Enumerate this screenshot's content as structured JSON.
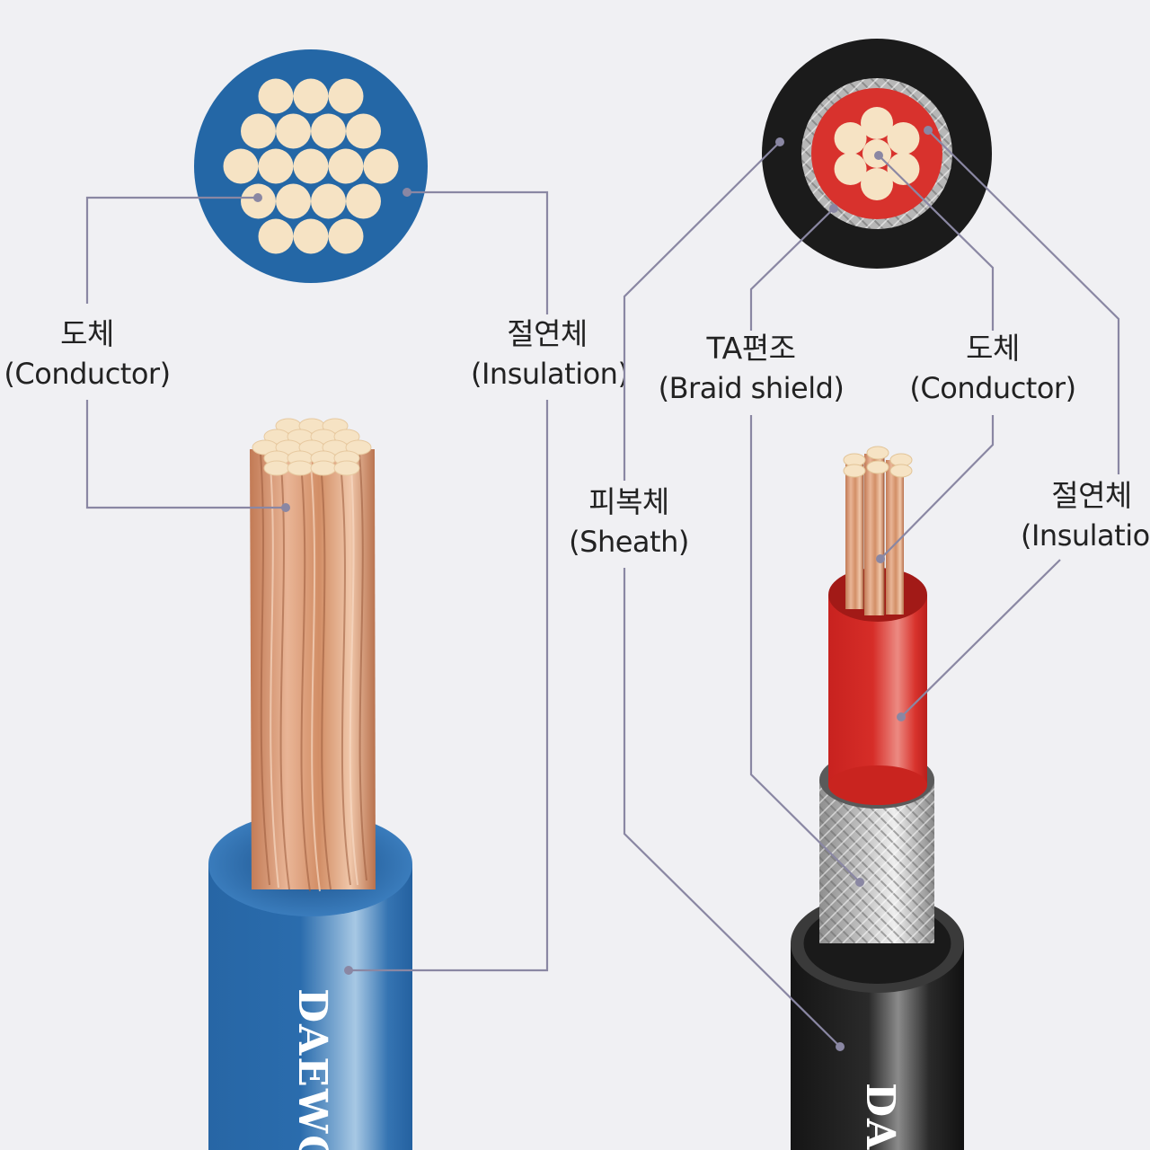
{
  "left_cable": {
    "conductor": {
      "ko": "도체",
      "en": "(Conductor)"
    },
    "insulation": {
      "ko": "절연체",
      "en": "(Insulation)"
    },
    "brand": "DAEWO",
    "colors": {
      "insulation": "#2467a6",
      "conductor": "#d99a72",
      "strand_end": "#f6e3c4"
    }
  },
  "right_cable": {
    "sheath": {
      "ko": "피복체",
      "en": "(Sheath)"
    },
    "braid": {
      "ko": "TA편조",
      "en": "(Braid shield)"
    },
    "conductor": {
      "ko": "도체",
      "en": "(Conductor)"
    },
    "insulation": {
      "ko": "절연체",
      "en": "(Insulatio"
    },
    "brand": "DAE",
    "colors": {
      "sheath": "#1b1b1b",
      "insulation": "#d8322d",
      "braid": "#b5b5b5",
      "conductor": "#d99a72"
    }
  },
  "leader_color": "#8a87a3"
}
